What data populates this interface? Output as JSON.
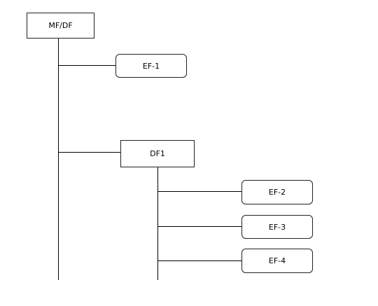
{
  "diagram": {
    "root": {
      "label": "MF/DF"
    },
    "children": [
      {
        "label": "EF-1"
      },
      {
        "label": "DF1",
        "children": [
          {
            "label": "EF-2"
          },
          {
            "label": "EF-3"
          },
          {
            "label": "EF-4"
          }
        ]
      }
    ]
  }
}
